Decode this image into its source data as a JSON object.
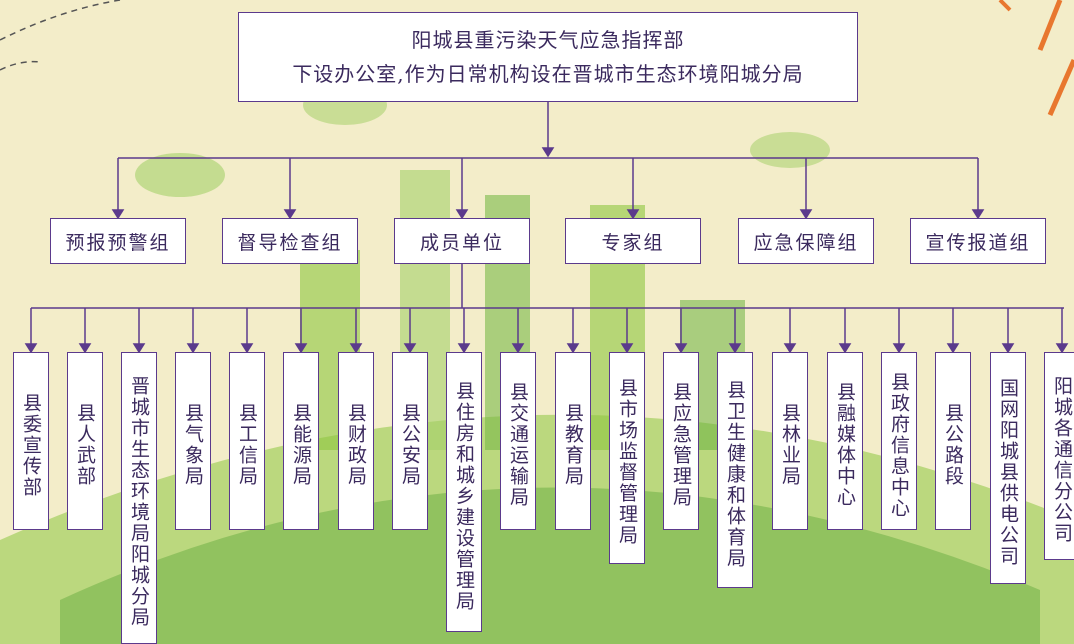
{
  "header": {
    "line1": "阳城县重污染天气应急指挥部",
    "line2": "下设办公室,作为日常机构设在晋城市生态环境阳城分局"
  },
  "groups": [
    "预报预警组",
    "督导检查组",
    "成员单位",
    "专家组",
    "应急保障组",
    "宣传报道组"
  ],
  "members": [
    "县委宣传部",
    "县人武部",
    "晋城市生态环境局阳城分局",
    "县气象局",
    "县工信局",
    "县能源局",
    "县财政局",
    "县公安局",
    "县住房和城乡建设管理局",
    "县交通运输局",
    "县教育局",
    "县市场监督管理局",
    "县应急管理局",
    "县卫生健康和体育局",
    "县林业局",
    "县融媒体中心",
    "县政府信息中心",
    "县公路段",
    "国网阳城县供电公司",
    "阳城各通信分公司"
  ],
  "colors": {
    "background": "#f3edc9",
    "line": "#5b3a8c",
    "green": "#6cb33f"
  }
}
